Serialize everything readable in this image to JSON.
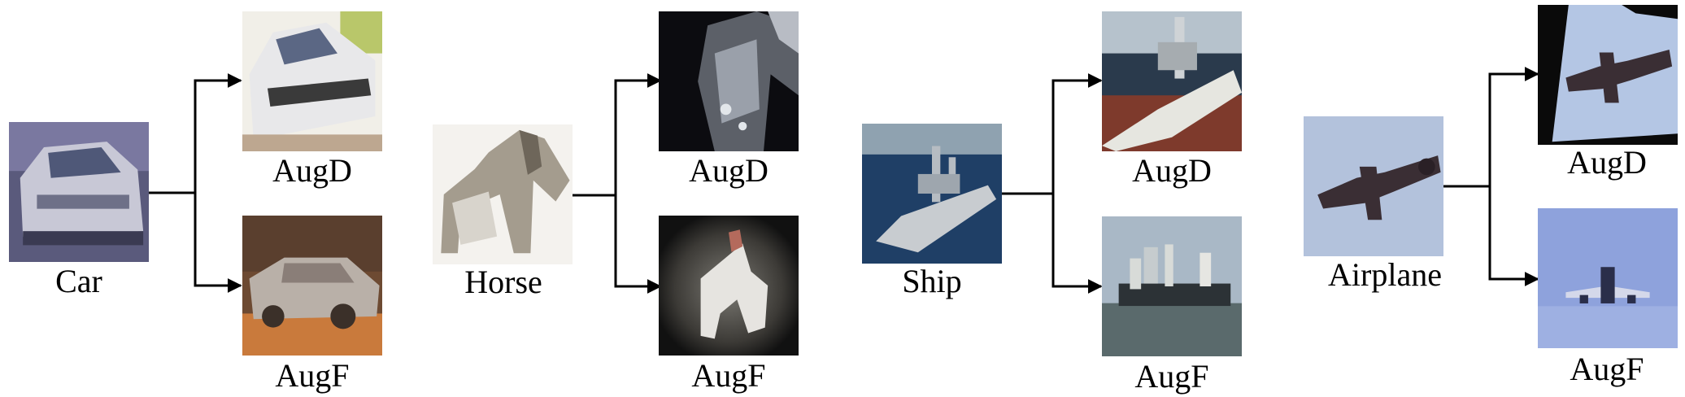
{
  "groups": [
    {
      "id": "car",
      "label": "Car",
      "aug_d_label": "AugD",
      "aug_f_label": "AugF"
    },
    {
      "id": "horse",
      "label": "Horse",
      "aug_d_label": "AugD",
      "aug_f_label": "AugF"
    },
    {
      "id": "ship",
      "label": "Ship",
      "aug_d_label": "AugD",
      "aug_f_label": "AugF"
    },
    {
      "id": "airplane",
      "label": "Airplane",
      "aug_d_label": "AugD",
      "aug_f_label": "AugF"
    }
  ],
  "colors": {
    "line": "#000000",
    "background": "#ffffff"
  }
}
